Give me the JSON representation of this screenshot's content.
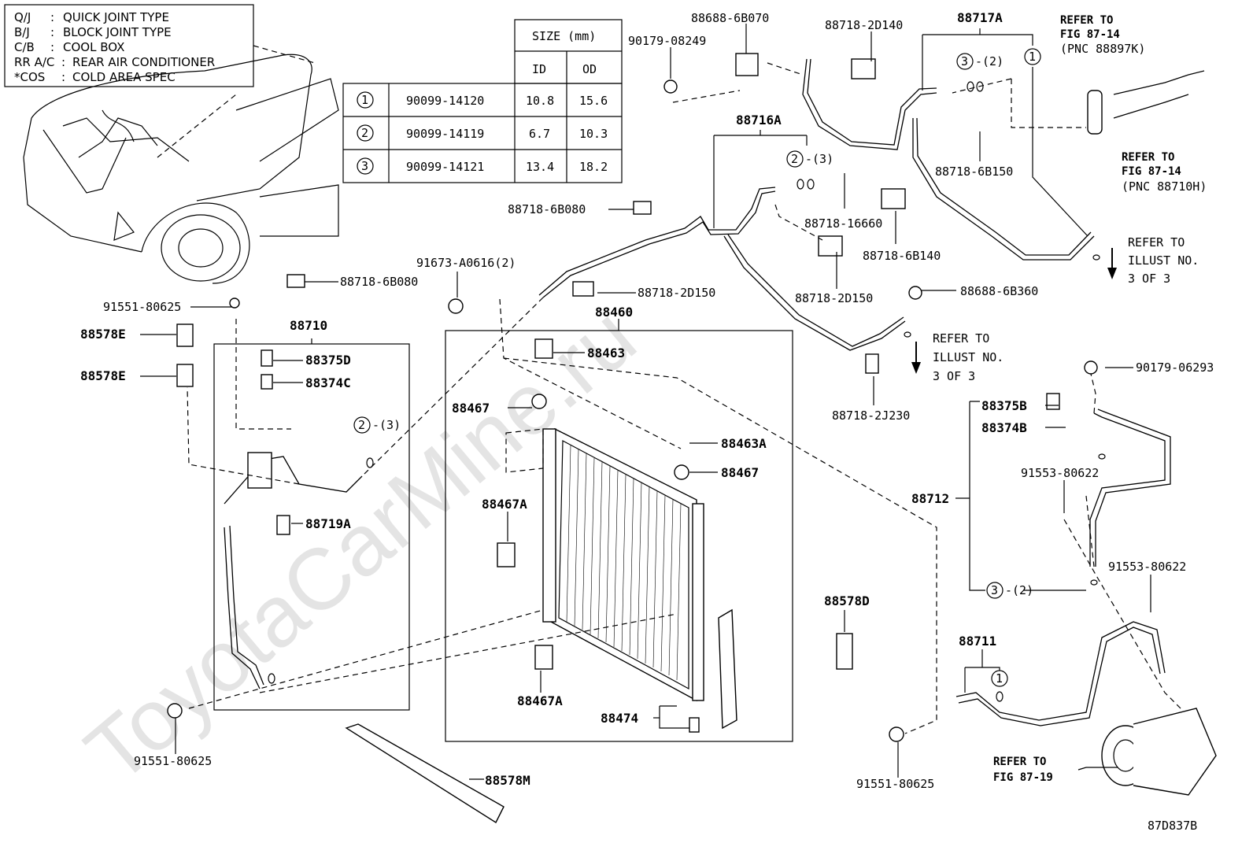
{
  "legend": [
    {
      "abbr": "Q/J",
      "sep": ":",
      "desc": "QUICK JOINT TYPE"
    },
    {
      "abbr": "B/J",
      "sep": ":",
      "desc": "BLOCK JOINT TYPE"
    },
    {
      "abbr": "C/B",
      "sep": ":",
      "desc": "COOL BOX"
    },
    {
      "abbr": "RR A/C",
      "sep": ":",
      "desc": "REAR AIR CONDITIONER"
    },
    {
      "abbr": "*COS",
      "sep": ":",
      "desc": "COLD AREA SPEC"
    }
  ],
  "size_table": {
    "header": "SIZE (mm)",
    "col_id": "ID",
    "col_od": "OD",
    "rows": [
      {
        "mark": "1",
        "part": "90099-14120",
        "id": "10.8",
        "od": "15.6"
      },
      {
        "mark": "2",
        "part": "90099-14119",
        "id": "6.7",
        "od": "10.3"
      },
      {
        "mark": "3",
        "part": "90099-14121",
        "id": "13.4",
        "od": "18.2"
      }
    ]
  },
  "labels": {
    "p88688_6B070": "88688-6B070",
    "p90179_08249": "90179-08249",
    "p88718_2D140": "88718-2D140",
    "p88717A": "88717A",
    "m3_2a": "-(2)",
    "p88716A": "88716A",
    "m2_3a": "-(3)",
    "p88718_6B150": "88718-6B150",
    "p88718_6B080a": "88718-6B080",
    "p88718_16660": "88718-16660",
    "p88718_6B140": "88718-6B140",
    "p91673": "91673-A0616(2)",
    "p88718_6B080b": "88718-6B080",
    "p88718_2D150a": "88718-2D150",
    "p88718_2D150b": "88718-2D150",
    "p88688_6B360": "88688-6B360",
    "p91551_a": "91551-80625",
    "p88710": "88710",
    "p88460": "88460",
    "p88578E_a": "88578E",
    "p88578E_b": "88578E",
    "p88375D": "88375D",
    "p88374C": "88374C",
    "p88463": "88463",
    "m2_3b": "-(3)",
    "p88467_a": "88467",
    "p88463A": "88463A",
    "p88467_b": "88467",
    "p88467A_a": "88467A",
    "p88719A": "88719A",
    "p88718_2J230": "88718-2J230",
    "p90179_06293": "90179-06293",
    "p88375B": "88375B",
    "p88374B": "88374B",
    "p91553_a": "91553-80622",
    "p88712": "88712",
    "p91553_b": "91553-80622",
    "m3_2b": "-(2)",
    "p88578D": "88578D",
    "p88711": "88711",
    "p88467A_b": "88467A",
    "p88474": "88474",
    "p91551_b": "91551-80625",
    "p91551_c": "91551-80625",
    "p88578M": "88578M",
    "fig_code": "87D837B"
  },
  "refs": {
    "r1": [
      "REFER TO",
      "FIG 87-14",
      "(PNC 88897K)"
    ],
    "r2": [
      "REFER TO",
      "FIG 87-14",
      "(PNC 88710H)"
    ],
    "r3": [
      "REFER TO",
      "ILLUST NO.",
      "3 OF 3"
    ],
    "r4": [
      "REFER TO",
      "ILLUST NO.",
      "3 OF 3"
    ],
    "r5": [
      "REFER TO",
      "FIG 87-19"
    ]
  },
  "watermark": "ToyotaCarMine.ru"
}
